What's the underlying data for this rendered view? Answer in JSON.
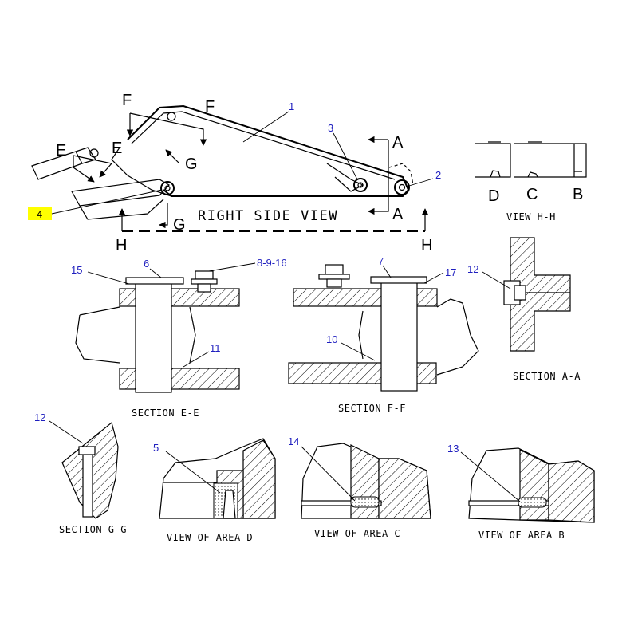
{
  "main_view": {
    "title": "RIGHT SIDE VIEW",
    "section_letters": {
      "f_left": "F",
      "f_right": "F",
      "e_left": "E",
      "e_right": "E",
      "g_top": "G",
      "g_bottom": "G",
      "a_top": "A",
      "a_bottom": "A",
      "h_left": "H",
      "h_right": "H"
    },
    "callouts": {
      "c1": "1",
      "c2": "2",
      "c3": "3",
      "c4": "4"
    },
    "highlight_color": "#ffff00"
  },
  "view_hh": {
    "title": "VIEW H-H",
    "letters": {
      "d": "D",
      "c": "C",
      "b": "B"
    }
  },
  "section_ee": {
    "title": "SECTION E-E",
    "callouts": {
      "c15": "15",
      "c6": "6",
      "c8": "8-9-16",
      "c11": "11"
    }
  },
  "section_ff": {
    "title": "SECTION F-F",
    "callouts": {
      "c7": "7",
      "c17": "17",
      "c10": "10"
    }
  },
  "section_aa": {
    "title": "SECTION A-A",
    "callouts": {
      "c12": "12"
    }
  },
  "section_gg": {
    "title": "SECTION G-G",
    "callouts": {
      "c12": "12"
    }
  },
  "view_area_d": {
    "title": "VIEW OF AREA D",
    "callouts": {
      "c5": "5"
    }
  },
  "view_area_c": {
    "title": "VIEW OF AREA C",
    "callouts": {
      "c14": "14"
    }
  },
  "view_area_b": {
    "title": "VIEW OF AREA B",
    "callouts": {
      "c13": "13"
    }
  },
  "colors": {
    "callout": "#1f1fbf",
    "line": "#000000",
    "highlight": "#ffff00"
  }
}
